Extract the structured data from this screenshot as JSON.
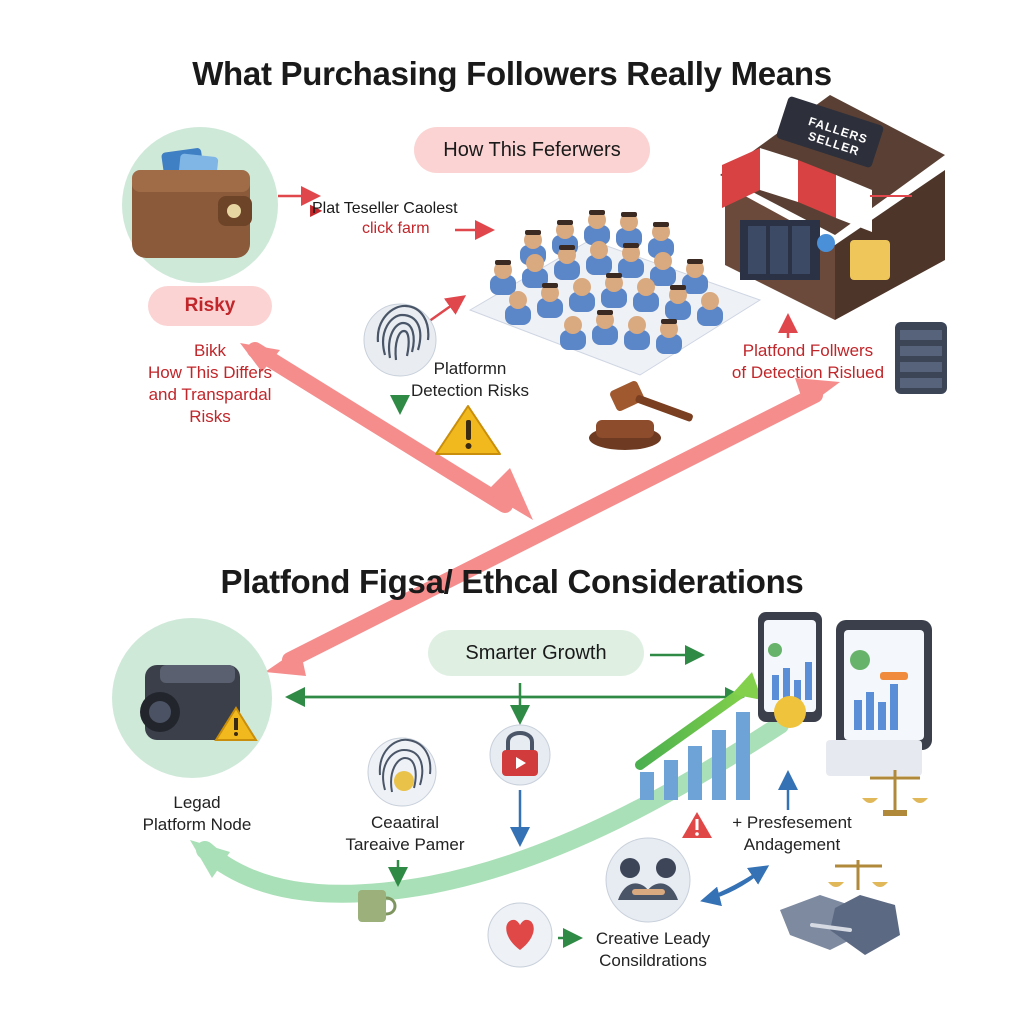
{
  "header": {
    "title_top": "What Purchasing Followers Really Means",
    "title_middle": "Platfond Figsa/ Ethcal Considerations"
  },
  "top_section": {
    "pill_center": "How This Feferwers",
    "pill_left": "Risky",
    "wallet_arrow_label_1": "Plat Teseller Caolest",
    "wallet_arrow_label_2": "click farm",
    "risk_text": [
      "Bikk",
      "How This Differs",
      "and Transpardal",
      "Risks"
    ],
    "detection_label": [
      "Platformn",
      "Detection Risks"
    ],
    "storefront_label": [
      "Platfond Follwers",
      "of Detection Rislued"
    ],
    "shop_sign": "FALLERS SELLER"
  },
  "bottom_section": {
    "pill_center": "Smarter Growth",
    "camera_label": [
      "Legad",
      "Platform Node"
    ],
    "fingerprint_label": [
      "Ceaatiral",
      "Tareaive Pamer"
    ],
    "engagement_label": [
      "+ Presfesement",
      "Andagement"
    ],
    "creative_label": [
      "Creative Leady",
      "Consildrations"
    ]
  },
  "colors": {
    "risk_red": "#c0262a",
    "pill_pink": "#fbd3d3",
    "pill_green": "#dff0e3",
    "arrow_pink": "#f47a7a",
    "arrow_green": "#8fd3a3",
    "circle_green": "#cfe9d9"
  }
}
